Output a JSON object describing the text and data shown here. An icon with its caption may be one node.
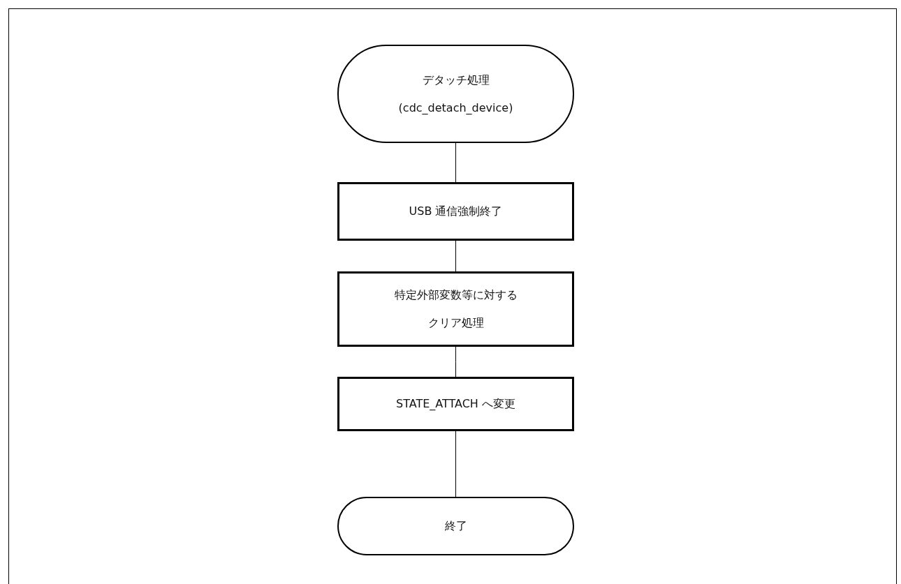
{
  "diagram": {
    "nodes": [
      {
        "text": [
          "デタッチ処理",
          "(cdc_detach_device)"
        ]
      },
      {
        "text": [
          "USB 通信強制終了"
        ]
      },
      {
        "text": [
          "特定外部変数等に対するクリア処理"
        ]
      },
      {
        "text": [
          "STATE_ATTACH へ変更"
        ]
      },
      {
        "text": [
          "終了"
        ]
      }
    ],
    "edges": [
      {
        "from": 0,
        "to": 1,
        "arrow": "none"
      },
      {
        "from": 1,
        "to": 2,
        "arrow": "none"
      },
      {
        "from": 2,
        "to": 3,
        "arrow": "none"
      },
      {
        "from": 3,
        "to": 4,
        "arrow": "none"
      }
    ]
  }
}
